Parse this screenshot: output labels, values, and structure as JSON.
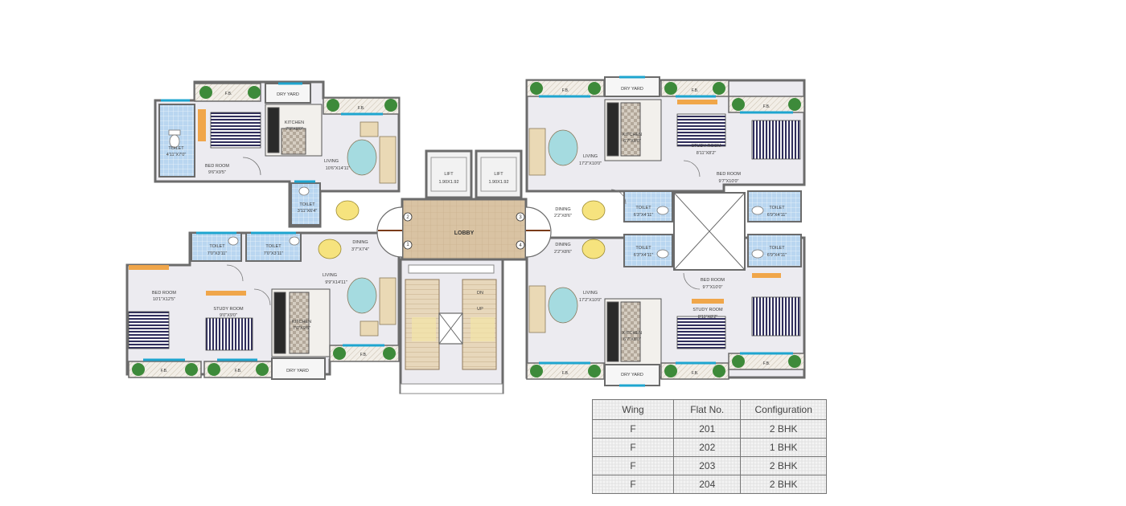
{
  "floor_plan": {
    "lobby": "LOBBY",
    "lifts": [
      {
        "name": "LIFT",
        "size": "1.90X1.92"
      },
      {
        "name": "LIFT",
        "size": "1.90X1.92"
      }
    ],
    "stairs": {
      "down": "DN",
      "up": "UP"
    },
    "markers": [
      "1",
      "2",
      "3",
      "4"
    ],
    "flower_bed": "F.B.",
    "flat_tl": {
      "dry_yard": "DRY YARD",
      "kitchen": {
        "name": "KITCHEN",
        "size": "7'9\"X8'0\""
      },
      "toilet": {
        "name": "TOILET",
        "size": "4'11\"X7'0\""
      },
      "bed": {
        "name": "BED ROOM",
        "size": "9'6\"X9'5\""
      },
      "living": {
        "name": "LIVING",
        "size": "10'6\"X14'11\""
      },
      "toilet2": {
        "name": "TOILET",
        "size": "3'11\"X6'4\""
      }
    },
    "flat_bl": {
      "toilet1": {
        "name": "TOILET",
        "size": "7'0\"X3'11\""
      },
      "toilet2": {
        "name": "TOILET",
        "size": "7'0\"X3'11\""
      },
      "dining": {
        "name": "DINING",
        "size": "3'7\"X7'4\""
      },
      "bed": {
        "name": "BED ROOM",
        "size": "10'1\"X12'5\""
      },
      "living": {
        "name": "LIVING",
        "size": "9'9\"X14'11\""
      },
      "study": {
        "name": "STUDY ROOM",
        "size": "9'0\"X9'0\""
      },
      "kitchen": {
        "name": "KITCHEN",
        "size": "7'0\"X9'6\""
      },
      "dry_yard": "DRY YARD"
    },
    "flat_tr": {
      "dry_yard": "DRY YARD",
      "living": {
        "name": "LIVING",
        "size": "17'2\"X10'0\""
      },
      "kitchen": {
        "name": "KITCHEN",
        "size": "6'7\"X8'0\""
      },
      "study": {
        "name": "STUDY ROOM",
        "size": "8'11\"X8'2\""
      },
      "bed": {
        "name": "BED ROOM",
        "size": "9'7\"X10'0\""
      },
      "dining": {
        "name": "DINING",
        "size": "2'2\"X8'6\""
      },
      "toilet1": {
        "name": "TOILET",
        "size": "6'3\"X4'11\""
      },
      "toilet2": {
        "name": "TOILET",
        "size": "6'9\"X4'11\""
      }
    },
    "flat_br": {
      "dining": {
        "name": "DINING",
        "size": "2'2\"X8'6\""
      },
      "toilet1": {
        "name": "TOILET",
        "size": "6'3\"X4'11\""
      },
      "toilet2": {
        "name": "TOILET",
        "size": "6'9\"X4'11\""
      },
      "bed": {
        "name": "BED ROOM",
        "size": "9'7\"X10'0\""
      },
      "living": {
        "name": "LIVING",
        "size": "17'2\"X10'0\""
      },
      "study": {
        "name": "STUDY ROOM",
        "size": "8'11\"X8'2\""
      },
      "kitchen": {
        "name": "KITCHEN",
        "size": "6'7\"X8'0\""
      },
      "dry_yard": "DRY YARD"
    }
  },
  "table": {
    "headers": [
      "Wing",
      "Flat No.",
      "Configuration"
    ],
    "rows": [
      [
        "F",
        "201",
        "2 BHK"
      ],
      [
        "F",
        "202",
        "1 BHK"
      ],
      [
        "F",
        "203",
        "2 BHK"
      ],
      [
        "F",
        "204",
        "2 BHK"
      ]
    ]
  },
  "colors": {
    "wall": "#6b6b6b",
    "floor": "#ecebf0",
    "toilet_tile": "#b6d3ee",
    "lobby_floor": "#d8c0a0",
    "window": "#1ea5cf",
    "door_panel": "#f0a64a",
    "bed_stripe": "#2e2b5c",
    "sofa": "#ead9b5",
    "dining_table": "#f6e37e",
    "plant": "#3d8a3a"
  }
}
